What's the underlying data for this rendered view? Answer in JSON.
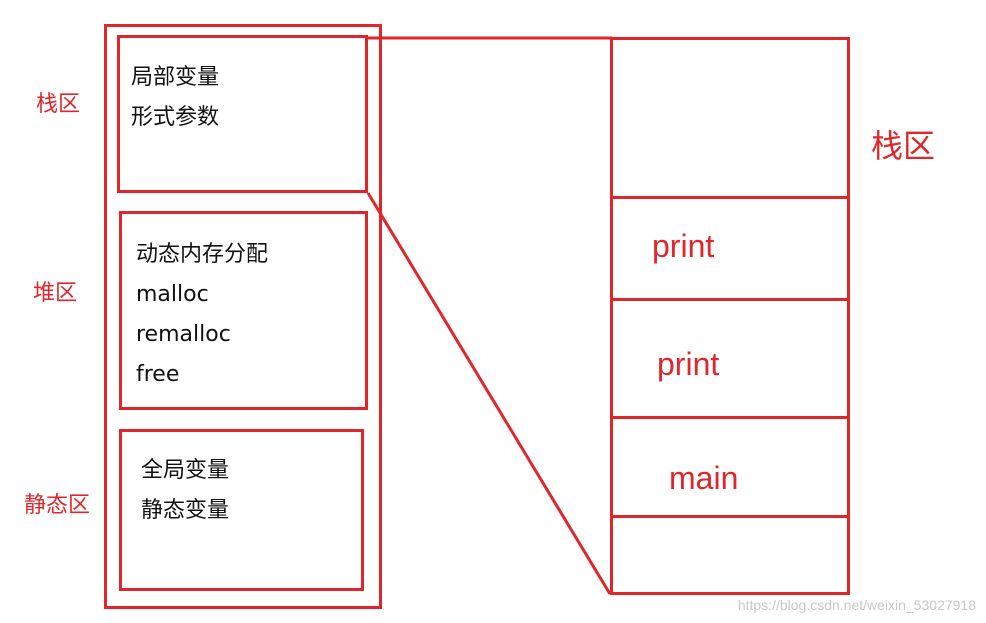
{
  "colors": {
    "accent": "#e0262b",
    "text": "#111111"
  },
  "left_labels": {
    "stack": "栈区",
    "heap": "堆区",
    "static": "静态区"
  },
  "memory": {
    "stack_lines": [
      "局部变量",
      "形式参数"
    ],
    "heap_lines": [
      "动态内存分配",
      "malloc",
      "remalloc",
      "free"
    ],
    "static_lines": [
      "全局变量",
      "静态变量"
    ]
  },
  "stack_detail": {
    "label": "栈区",
    "frames": [
      "print",
      "print",
      "main"
    ]
  },
  "watermark": "https://blog.csdn.net/weixin_53027918"
}
